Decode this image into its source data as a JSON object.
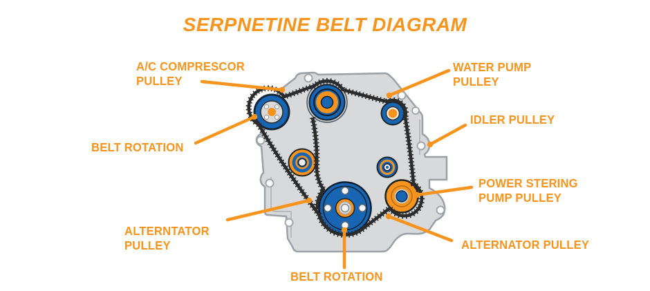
{
  "title": "SERPNETINE BELT DIAGRAM",
  "labels": {
    "ac_compressor": "A/C COMPRESCOR\nPULLEY",
    "water_pump": "WATER PUMP\nPULLEY",
    "idler": "IDLER PULLEY",
    "belt_rotation_left": "BELT ROTATION",
    "power_steering": "POWER STERING\nPUMP PULLEY",
    "alternator_left": "ALTERNTATOR\nPULLEY",
    "alternator_right": "ALTERNATOR PULLEY",
    "belt_rotation_bottom": "BELT ROTATION"
  },
  "colors": {
    "accent_orange": "#F7941E",
    "pulley_blue": "#1765B3",
    "pulley_rim": "#16222E",
    "belt_black": "#2B2B2B",
    "engine_gray": "#D8D9DA"
  },
  "diagram_parts": [
    "engine-block",
    "serpentine-belt",
    "ac-compressor-pulley",
    "water-pump-pulley",
    "idler-pulley",
    "tensioner-pulley",
    "small-idler-pulley",
    "power-steering-pump-pulley",
    "crankshaft-pulley"
  ]
}
